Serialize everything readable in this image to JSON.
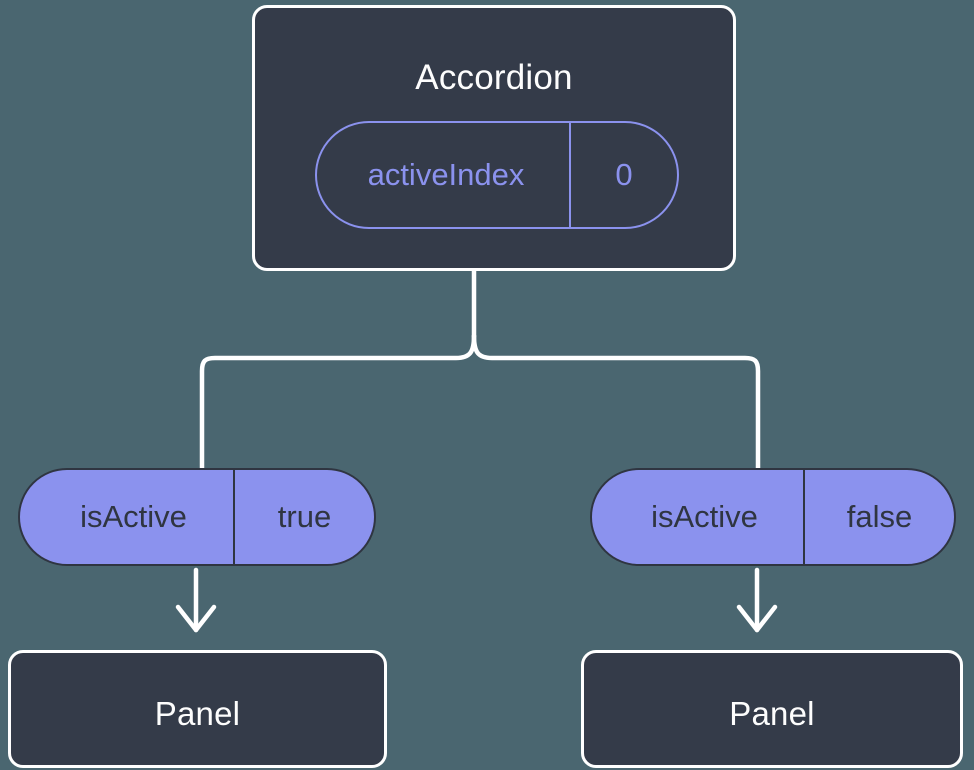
{
  "diagram": {
    "type": "component-tree",
    "background_color": "#4a6670",
    "node_fill_color": "#343b49",
    "node_border_color": "#ffffff",
    "accent_color": "#8b92ee",
    "connector_color": "#ffffff",
    "pill_text_color": "#2f3541"
  },
  "accordion": {
    "title": "Accordion",
    "state": {
      "key": "activeIndex",
      "value": "0"
    }
  },
  "children": [
    {
      "prop": {
        "key": "isActive",
        "value": "true"
      },
      "panel_title": "Panel"
    },
    {
      "prop": {
        "key": "isActive",
        "value": "false"
      },
      "panel_title": "Panel"
    }
  ]
}
